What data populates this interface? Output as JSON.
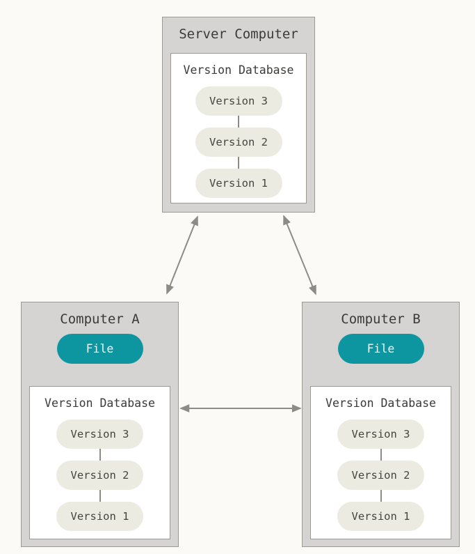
{
  "colors": {
    "background": "#fbfaf6",
    "machine_box_fill": "#d5d4d2",
    "box_border": "#9a9992",
    "version_pill_fill": "#ecebe1",
    "file_pill_fill": "#0e96a0",
    "file_pill_text": "#f4faf9",
    "arrow": "#8e8b85",
    "text": "#3a3a38"
  },
  "server": {
    "title": "Server Computer",
    "database": {
      "label": "Version Database",
      "versions": [
        "Version 3",
        "Version 2",
        "Version 1"
      ]
    }
  },
  "computer_a": {
    "title": "Computer A",
    "file_label": "File",
    "database": {
      "label": "Version Database",
      "versions": [
        "Version 3",
        "Version 2",
        "Version 1"
      ]
    }
  },
  "computer_b": {
    "title": "Computer B",
    "file_label": "File",
    "database": {
      "label": "Version Database",
      "versions": [
        "Version 3",
        "Version 2",
        "Version 1"
      ]
    }
  }
}
